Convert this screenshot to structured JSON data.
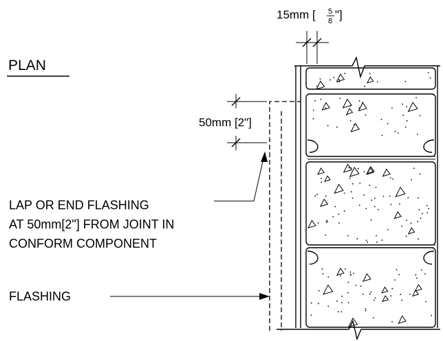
{
  "plan_label": "PLAN",
  "dim_top": {
    "value": "15mm [",
    "num": "5",
    "den": "8",
    "suffix": "\"]"
  },
  "dim_side": "50mm [2\"]",
  "note_lap": {
    "line1": "LAP OR END FLASHING",
    "line2": "AT 50mm[2\"] FROM JOINT IN",
    "line3": "CONFORM  COMPONENT"
  },
  "note_flashing": "FLASHING",
  "hatch_symbols": [
    "◁",
    "△",
    "◁",
    "△",
    "◁",
    "△",
    "◁",
    "△"
  ]
}
